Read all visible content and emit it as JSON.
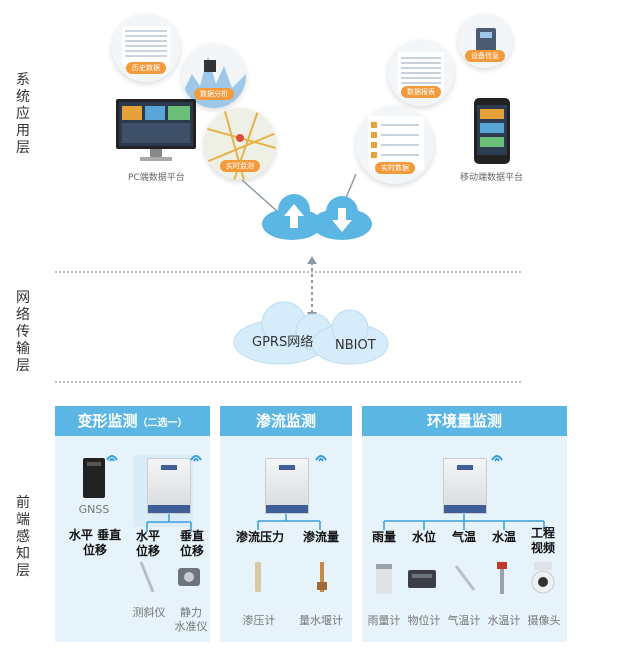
{
  "layers": {
    "application": "系统应用层",
    "network": "网络传输层",
    "perception": "前端感知层"
  },
  "application": {
    "pc_platform": "PC端数据平台",
    "mobile_platform": "移动端数据平台",
    "circles": [
      "历史数据",
      "数据分析",
      "实时监测",
      "数据报表",
      "设备信息",
      "实时数据"
    ]
  },
  "network": {
    "gprs": "GPRS网络",
    "nbiot": "NBIOT"
  },
  "panels": {
    "deformation": {
      "title": "变形监测",
      "subtitle": "（二选一）",
      "gnss_caption": "GNSS",
      "gnss_label": "水平 垂直\n位移",
      "items": [
        {
          "label": "水平\n位移",
          "caption": "测斜仪"
        },
        {
          "label": "垂直\n位移",
          "caption": "静力\n水准仪"
        }
      ]
    },
    "seepage": {
      "title": "渗流监测",
      "items": [
        {
          "label": "渗流压力",
          "caption": "渗压计"
        },
        {
          "label": "渗流量",
          "caption": "量水堰计"
        }
      ]
    },
    "environment": {
      "title": "环境量监测",
      "items": [
        {
          "label": "雨量",
          "caption": "雨量计"
        },
        {
          "label": "水位",
          "caption": "物位计"
        },
        {
          "label": "气温",
          "caption": "气温计"
        },
        {
          "label": "水温",
          "caption": "水温计"
        },
        {
          "label": "工程\n视频",
          "caption": "摄像头"
        }
      ]
    }
  },
  "colors": {
    "panel_header": "#5bb6e3",
    "panel_body": "#e6f3fb",
    "cloud": "#d6ecfa",
    "accent": "#f39a3c"
  }
}
